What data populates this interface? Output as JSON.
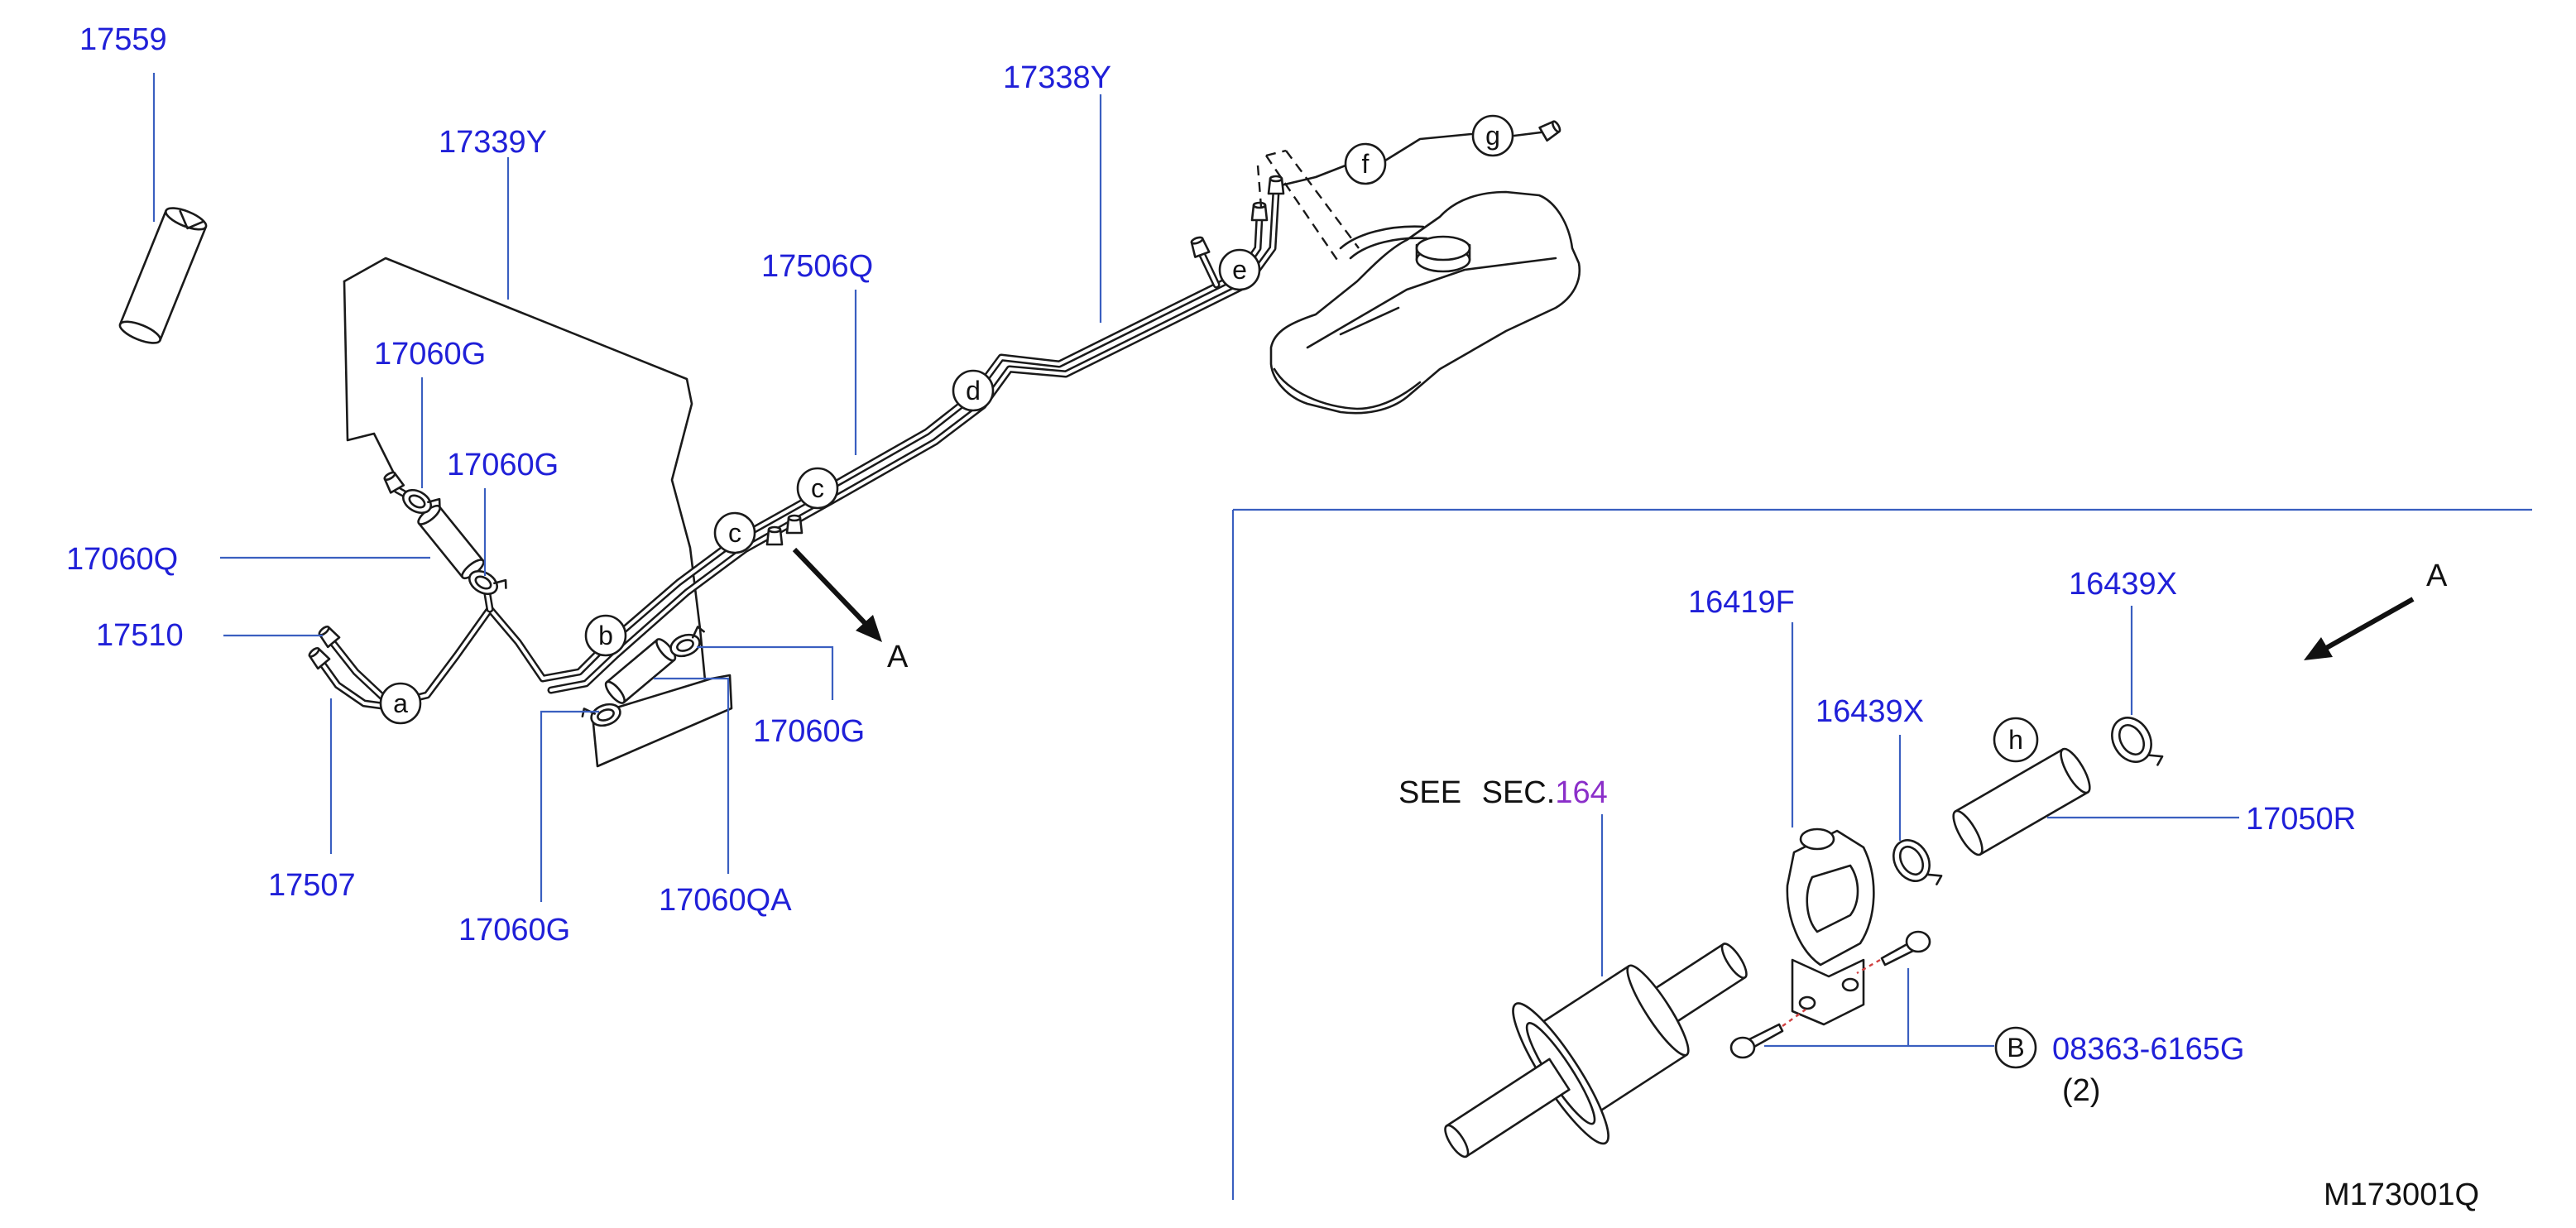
{
  "left_section": {
    "labels": [
      "17559",
      "17339Y",
      "17338Y",
      "17506Q",
      "17060G",
      "17060G",
      "17060Q",
      "17510",
      "17507",
      "17060G",
      "17060QA",
      "17060G"
    ],
    "callouts": [
      "a",
      "b",
      "c",
      "c",
      "d",
      "e",
      "f",
      "g"
    ],
    "view_marker": "A"
  },
  "right_section": {
    "labels": [
      "16419F",
      "16439X",
      "16439X",
      "17050R"
    ],
    "see_reference": {
      "see": "SEE",
      "sec": "SEC.",
      "number": "164"
    },
    "callout_h": "h",
    "bolt": {
      "callout": "B",
      "part_number": "08363-6165G",
      "quantity": "(2)"
    },
    "view_marker": "A"
  },
  "figure_id": "M173001Q",
  "colors": {
    "label": "#2020d8",
    "leader": "#3a5fc0",
    "reference": "#8b2fc9",
    "line_art": "#1a1a1a",
    "hidden_line": "#d04040"
  }
}
